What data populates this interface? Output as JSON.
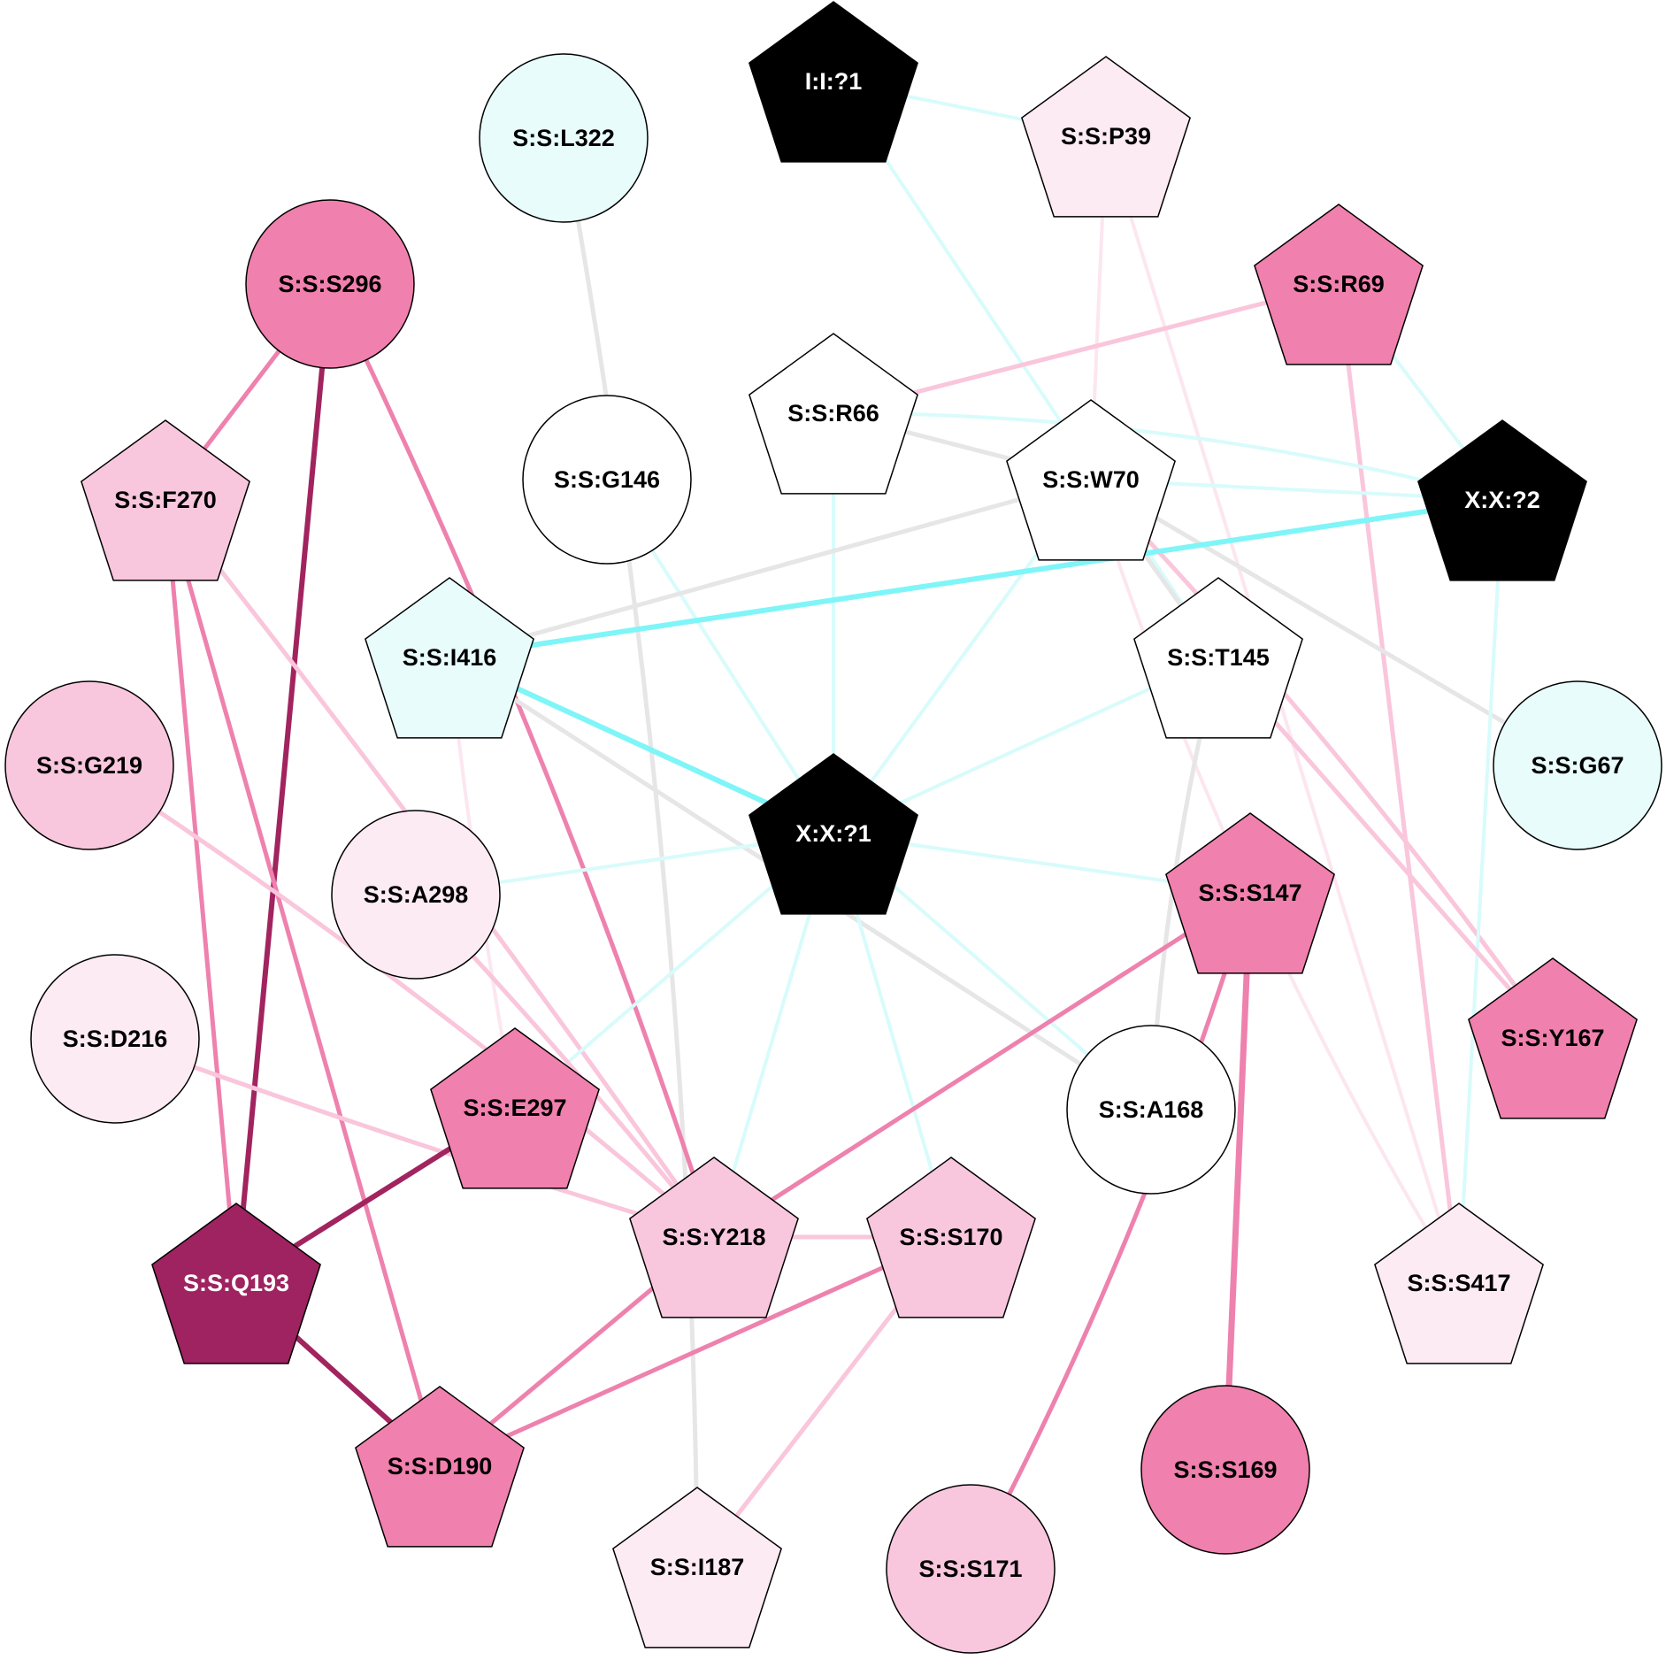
{
  "colors": {
    "black": "#000000",
    "white": "#ffffff",
    "pale_cyan": "#e8fcfc",
    "pale_pink": "#fcebf3",
    "light_pink": "#f9c7dd",
    "medium_pink": "#f080ad",
    "dark_magenta": "#9e2360",
    "edge_gray": "#e6e6e6",
    "edge_light_cyan": "#d8fbfb",
    "edge_cyan": "#7ff5f8",
    "edge_light_pink": "#f9c6dc",
    "edge_pale_pink": "#fce6f0",
    "edge_medium_pink": "#ee81ad",
    "edge_dark_magenta": "#a1245f"
  },
  "nodes": [
    {
      "id": "I:I:?1",
      "label": "I:I:?1",
      "shape": "pentagon",
      "fill": "black",
      "text": "white"
    },
    {
      "id": "S:S:P39",
      "label": "S:S:P39",
      "shape": "pentagon",
      "fill": "pale_pink",
      "text": "black"
    },
    {
      "id": "S:S:L322",
      "label": "S:S:L322",
      "shape": "circle",
      "fill": "pale_cyan",
      "text": "black"
    },
    {
      "id": "S:S:S296",
      "label": "S:S:S296",
      "shape": "circle",
      "fill": "medium_pink",
      "text": "black"
    },
    {
      "id": "S:S:R69",
      "label": "S:S:R69",
      "shape": "pentagon",
      "fill": "medium_pink",
      "text": "black"
    },
    {
      "id": "S:S:R66",
      "label": "S:S:R66",
      "shape": "pentagon",
      "fill": "white",
      "text": "black"
    },
    {
      "id": "S:S:G146",
      "label": "S:S:G146",
      "shape": "circle",
      "fill": "white",
      "text": "black"
    },
    {
      "id": "S:S:W70",
      "label": "S:S:W70",
      "shape": "pentagon",
      "fill": "white",
      "text": "black"
    },
    {
      "id": "S:S:F270",
      "label": "S:S:F270",
      "shape": "pentagon",
      "fill": "light_pink",
      "text": "black"
    },
    {
      "id": "X:X:?2",
      "label": "X:X:?2",
      "shape": "pentagon",
      "fill": "black",
      "text": "white"
    },
    {
      "id": "S:S:I416",
      "label": "S:S:I416",
      "shape": "pentagon",
      "fill": "pale_cyan",
      "text": "black"
    },
    {
      "id": "S:S:T145",
      "label": "S:S:T145",
      "shape": "pentagon",
      "fill": "white",
      "text": "black"
    },
    {
      "id": "S:S:G219",
      "label": "S:S:G219",
      "shape": "circle",
      "fill": "light_pink",
      "text": "black"
    },
    {
      "id": "S:S:G67",
      "label": "S:S:G67",
      "shape": "circle",
      "fill": "pale_cyan",
      "text": "black"
    },
    {
      "id": "X:X:?1",
      "label": "X:X:?1",
      "shape": "pentagon",
      "fill": "black",
      "text": "white"
    },
    {
      "id": "S:S:A298",
      "label": "S:S:A298",
      "shape": "circle",
      "fill": "pale_pink",
      "text": "black"
    },
    {
      "id": "S:S:S147",
      "label": "S:S:S147",
      "shape": "pentagon",
      "fill": "medium_pink",
      "text": "black"
    },
    {
      "id": "S:S:D216",
      "label": "S:S:D216",
      "shape": "circle",
      "fill": "pale_pink",
      "text": "black"
    },
    {
      "id": "S:S:Y167",
      "label": "S:S:Y167",
      "shape": "pentagon",
      "fill": "medium_pink",
      "text": "black"
    },
    {
      "id": "S:S:E297",
      "label": "S:S:E297",
      "shape": "pentagon",
      "fill": "medium_pink",
      "text": "black"
    },
    {
      "id": "S:S:A168",
      "label": "S:S:A168",
      "shape": "circle",
      "fill": "white",
      "text": "black"
    },
    {
      "id": "S:S:Y218",
      "label": "S:S:Y218",
      "shape": "pentagon",
      "fill": "light_pink",
      "text": "black"
    },
    {
      "id": "S:S:S170",
      "label": "S:S:S170",
      "shape": "pentagon",
      "fill": "light_pink",
      "text": "black"
    },
    {
      "id": "S:S:Q193",
      "label": "S:S:Q193",
      "shape": "pentagon",
      "fill": "dark_magenta",
      "text": "white"
    },
    {
      "id": "S:S:S417",
      "label": "S:S:S417",
      "shape": "pentagon",
      "fill": "pale_pink",
      "text": "black"
    },
    {
      "id": "S:S:D190",
      "label": "S:S:D190",
      "shape": "pentagon",
      "fill": "medium_pink",
      "text": "black"
    },
    {
      "id": "S:S:S169",
      "label": "S:S:S169",
      "shape": "circle",
      "fill": "medium_pink",
      "text": "black"
    },
    {
      "id": "S:S:I187",
      "label": "S:S:I187",
      "shape": "pentagon",
      "fill": "pale_pink",
      "text": "black"
    },
    {
      "id": "S:S:S171",
      "label": "S:S:S171",
      "shape": "circle",
      "fill": "light_pink",
      "text": "black"
    }
  ],
  "edges": [
    {
      "source": "I:I:?1",
      "target": "S:S:P39",
      "color": "edge_light_cyan",
      "weight": 4
    },
    {
      "source": "I:I:?1",
      "target": "S:S:T145",
      "color": "edge_light_cyan",
      "weight": 4
    },
    {
      "source": "S:S:P39",
      "target": "S:S:W70",
      "color": "edge_pale_pink",
      "weight": 4
    },
    {
      "source": "S:S:P39",
      "target": "S:S:S417",
      "color": "edge_pale_pink",
      "weight": 4
    },
    {
      "source": "S:S:L322",
      "target": "S:S:I187",
      "color": "edge_gray",
      "weight": 5
    },
    {
      "source": "S:S:S296",
      "target": "S:S:F270",
      "color": "edge_medium_pink",
      "weight": 5
    },
    {
      "source": "S:S:S296",
      "target": "S:S:Q193",
      "color": "edge_dark_magenta",
      "weight": 6
    },
    {
      "source": "S:S:S296",
      "target": "S:S:Y218",
      "color": "edge_medium_pink",
      "weight": 5
    },
    {
      "source": "S:S:R69",
      "target": "S:S:R66",
      "color": "edge_light_pink",
      "weight": 5
    },
    {
      "source": "S:S:R69",
      "target": "X:X:?2",
      "color": "edge_light_cyan",
      "weight": 4
    },
    {
      "source": "S:S:R69",
      "target": "S:S:S417",
      "color": "edge_light_pink",
      "weight": 5
    },
    {
      "source": "S:S:R66",
      "target": "S:S:W70",
      "color": "edge_gray",
      "weight": 5
    },
    {
      "source": "S:S:R66",
      "target": "X:X:?2",
      "color": "edge_light_cyan",
      "weight": 4
    },
    {
      "source": "S:S:R66",
      "target": "X:X:?1",
      "color": "edge_light_cyan",
      "weight": 4
    },
    {
      "source": "S:S:G146",
      "target": "X:X:?1",
      "color": "edge_light_cyan",
      "weight": 4
    },
    {
      "source": "S:S:W70",
      "target": "X:X:?2",
      "color": "edge_light_cyan",
      "weight": 4
    },
    {
      "source": "S:S:W70",
      "target": "S:S:I416",
      "color": "edge_gray",
      "weight": 5
    },
    {
      "source": "S:S:W70",
      "target": "S:S:T145",
      "color": "edge_gray",
      "weight": 5
    },
    {
      "source": "S:S:W70",
      "target": "S:S:G67",
      "color": "edge_gray",
      "weight": 5
    },
    {
      "source": "S:S:W70",
      "target": "S:S:Y167",
      "color": "edge_light_pink",
      "weight": 5
    },
    {
      "source": "S:S:W70",
      "target": "X:X:?1",
      "color": "edge_light_cyan",
      "weight": 4
    },
    {
      "source": "S:S:W70",
      "target": "S:S:S417",
      "color": "edge_pale_pink",
      "weight": 4
    },
    {
      "source": "S:S:F270",
      "target": "S:S:Q193",
      "color": "edge_medium_pink",
      "weight": 5
    },
    {
      "source": "S:S:F270",
      "target": "S:S:D190",
      "color": "edge_medium_pink",
      "weight": 5
    },
    {
      "source": "S:S:F270",
      "target": "S:S:Y218",
      "color": "edge_light_pink",
      "weight": 5
    },
    {
      "source": "X:X:?2",
      "target": "S:S:I416",
      "color": "edge_cyan",
      "weight": 6
    },
    {
      "source": "X:X:?2",
      "target": "S:S:S417",
      "color": "edge_light_cyan",
      "weight": 4
    },
    {
      "source": "S:S:I416",
      "target": "X:X:?1",
      "color": "edge_cyan",
      "weight": 6
    },
    {
      "source": "S:S:I416",
      "target": "S:S:A168",
      "color": "edge_gray",
      "weight": 5
    },
    {
      "source": "S:S:I416",
      "target": "S:S:E297",
      "color": "edge_pale_pink",
      "weight": 4
    },
    {
      "source": "S:S:T145",
      "target": "X:X:?1",
      "color": "edge_light_cyan",
      "weight": 4
    },
    {
      "source": "S:S:T145",
      "target": "S:S:A168",
      "color": "edge_gray",
      "weight": 5
    },
    {
      "source": "S:S:T145",
      "target": "S:S:Y167",
      "color": "edge_light_pink",
      "weight": 5
    },
    {
      "source": "S:S:G219",
      "target": "S:S:Y218",
      "color": "edge_light_pink",
      "weight": 5
    },
    {
      "source": "X:X:?1",
      "target": "S:S:A298",
      "color": "edge_light_cyan",
      "weight": 4
    },
    {
      "source": "X:X:?1",
      "target": "S:S:S147",
      "color": "edge_light_cyan",
      "weight": 4
    },
    {
      "source": "X:X:?1",
      "target": "S:S:A168",
      "color": "edge_light_cyan",
      "weight": 4
    },
    {
      "source": "X:X:?1",
      "target": "S:S:Y218",
      "color": "edge_light_cyan",
      "weight": 4
    },
    {
      "source": "X:X:?1",
      "target": "S:S:S170",
      "color": "edge_light_cyan",
      "weight": 4
    },
    {
      "source": "X:X:?1",
      "target": "S:S:E297",
      "color": "edge_light_cyan",
      "weight": 4
    },
    {
      "source": "S:S:A298",
      "target": "S:S:Y218",
      "color": "edge_light_pink",
      "weight": 5
    },
    {
      "source": "S:S:S147",
      "target": "S:S:Y218",
      "color": "edge_medium_pink",
      "weight": 5
    },
    {
      "source": "S:S:S147",
      "target": "S:S:S169",
      "color": "edge_medium_pink",
      "weight": 7
    },
    {
      "source": "S:S:S147",
      "target": "S:S:S171",
      "color": "edge_medium_pink",
      "weight": 5
    },
    {
      "source": "S:S:D216",
      "target": "S:S:Y218",
      "color": "edge_light_pink",
      "weight": 5
    },
    {
      "source": "S:S:E297",
      "target": "S:S:Q193",
      "color": "edge_dark_magenta",
      "weight": 6
    },
    {
      "source": "S:S:Y218",
      "target": "S:S:S170",
      "color": "edge_light_pink",
      "weight": 5
    },
    {
      "source": "S:S:Y218",
      "target": "S:S:D190",
      "color": "edge_medium_pink",
      "weight": 5
    },
    {
      "source": "S:S:S170",
      "target": "S:S:D190",
      "color": "edge_medium_pink",
      "weight": 5
    },
    {
      "source": "S:S:S170",
      "target": "S:S:I187",
      "color": "edge_light_pink",
      "weight": 5
    },
    {
      "source": "S:S:Q193",
      "target": "S:S:D190",
      "color": "edge_dark_magenta",
      "weight": 6
    }
  ]
}
